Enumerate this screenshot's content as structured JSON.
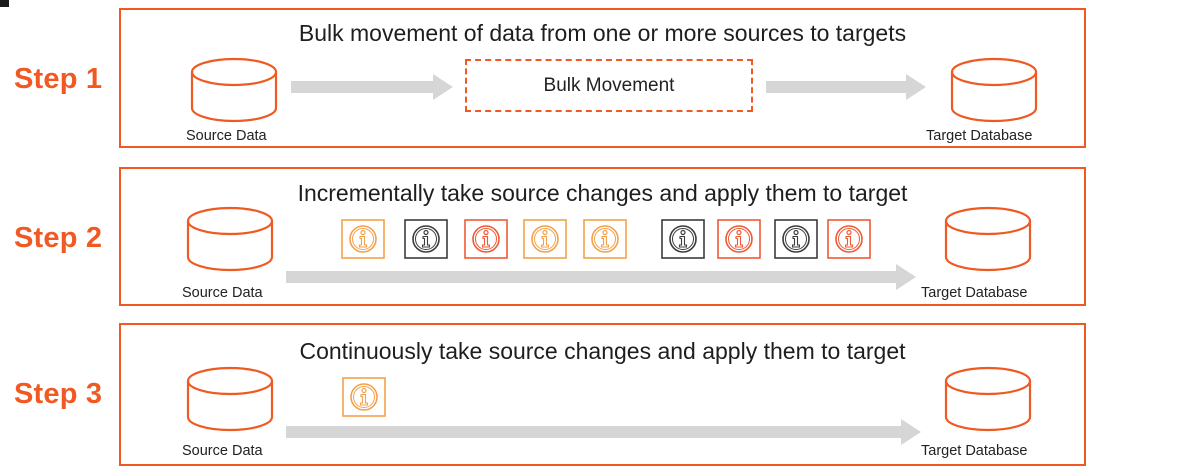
{
  "colors": {
    "accent": "#f05a22",
    "change_orange": "#f3a14b",
    "change_red": "#ee5a35",
    "change_dark": "#3c3c3c",
    "arrow": "#d6d6d6",
    "db_stroke": "#ef5a22"
  },
  "steps": [
    {
      "label": "Step 1",
      "title": "Bulk movement of data from one or more sources to  targets",
      "source_label": "Source Data",
      "target_label": "Target Database",
      "bulk_label": "Bulk Movement"
    },
    {
      "label": "Step 2",
      "title": "Incrementally take source changes and apply them to target",
      "source_label": "Source Data",
      "target_label": "Target Database",
      "changes": [
        {
          "icon": "info-icon",
          "color": "orange"
        },
        {
          "icon": "info-icon",
          "color": "dark"
        },
        {
          "icon": "info-icon",
          "color": "red"
        },
        {
          "icon": "info-icon",
          "color": "orange"
        },
        {
          "icon": "info-icon",
          "color": "orange"
        },
        {
          "icon": "info-icon",
          "color": "dark"
        },
        {
          "icon": "info-icon",
          "color": "red"
        },
        {
          "icon": "info-icon",
          "color": "dark"
        },
        {
          "icon": "info-icon",
          "color": "red"
        }
      ]
    },
    {
      "label": "Step 3",
      "title": "Continuously take source changes and apply them to target",
      "source_label": "Source Data",
      "target_label": "Target Database",
      "changes": [
        {
          "icon": "info-icon",
          "color": "orange"
        }
      ]
    }
  ]
}
